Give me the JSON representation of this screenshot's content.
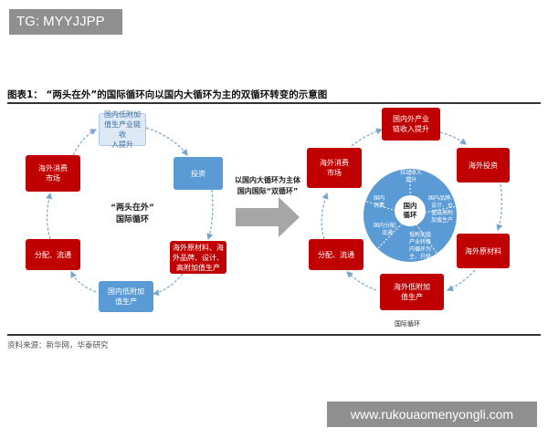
{
  "watermarks": {
    "top_left": "TG: MYYJJPP",
    "bottom_right": "www.rukouaomenyongli.com"
  },
  "figure": {
    "title": "图表1：  “两头在外”的国际循环向以国内大循环为主的双循环转变的示意图",
    "source": "资料来源：新华网，华泰研究"
  },
  "left_cycle": {
    "center_label": "“两头在外”\n国际循环",
    "boxes": {
      "top": "国内低附加\n值生产业链收\n入提升",
      "right": "投资",
      "right_bottom": "海外原材料、海\n外品牌、设计、\n高附加值生产",
      "bottom": "国内低附加\n值生产",
      "left_bottom": "分配、流通",
      "left_top": "海外消费\n市场"
    }
  },
  "transition": {
    "label": "以国内大循环为主体\n国内国际“双循环”"
  },
  "right_cycle": {
    "boxes": {
      "top": "国内外产业\n链收入提升",
      "top_right": "海外投资",
      "right": "海外原材料",
      "bottom": "海外低附加\n值生产",
      "left": "分配、流通",
      "top_left": "海外消费\n市场"
    },
    "inner_segments": {
      "top": "拉动收入\n提升",
      "right": "国内品牌、\n设计、价\n值链高附\n加值生产",
      "bottom": "低附加值\n产业转移\n内循环为\n主、升级",
      "left": "国内分配、\n流通",
      "left_top": "国内\n消费"
    },
    "center_label": "国内\n循环",
    "caption": "国际循环"
  },
  "colors": {
    "blue": "#5b9bd5",
    "red": "#c00000",
    "circle": "#5b9bd5",
    "arrow": "#a6a6a6"
  }
}
